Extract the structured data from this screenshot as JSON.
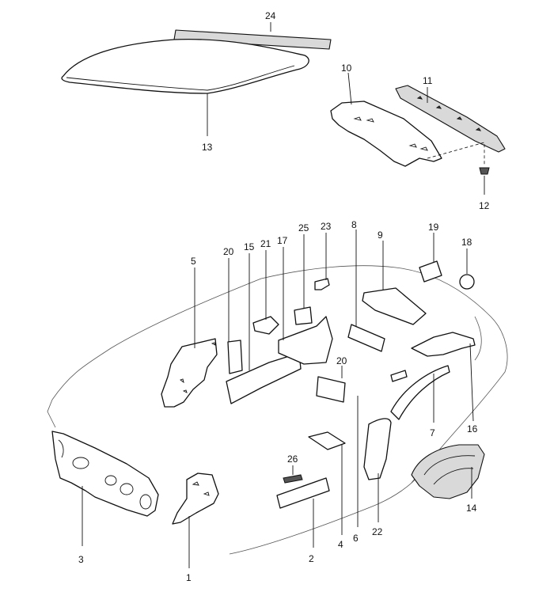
{
  "callouts": {
    "c1": "1",
    "c2": "2",
    "c3": "3",
    "c4": "4",
    "c5": "5",
    "c6": "6",
    "c7": "7",
    "c8": "8",
    "c9": "9",
    "c10": "10",
    "c11": "11",
    "c12": "12",
    "c13": "13",
    "c14": "14",
    "c15": "15",
    "c16": "16",
    "c17": "17",
    "c18": "18",
    "c19": "19",
    "c20a": "20",
    "c20b": "20",
    "c21": "21",
    "c22": "22",
    "c23": "23",
    "c24": "24",
    "c25": "25",
    "c26": "26"
  }
}
